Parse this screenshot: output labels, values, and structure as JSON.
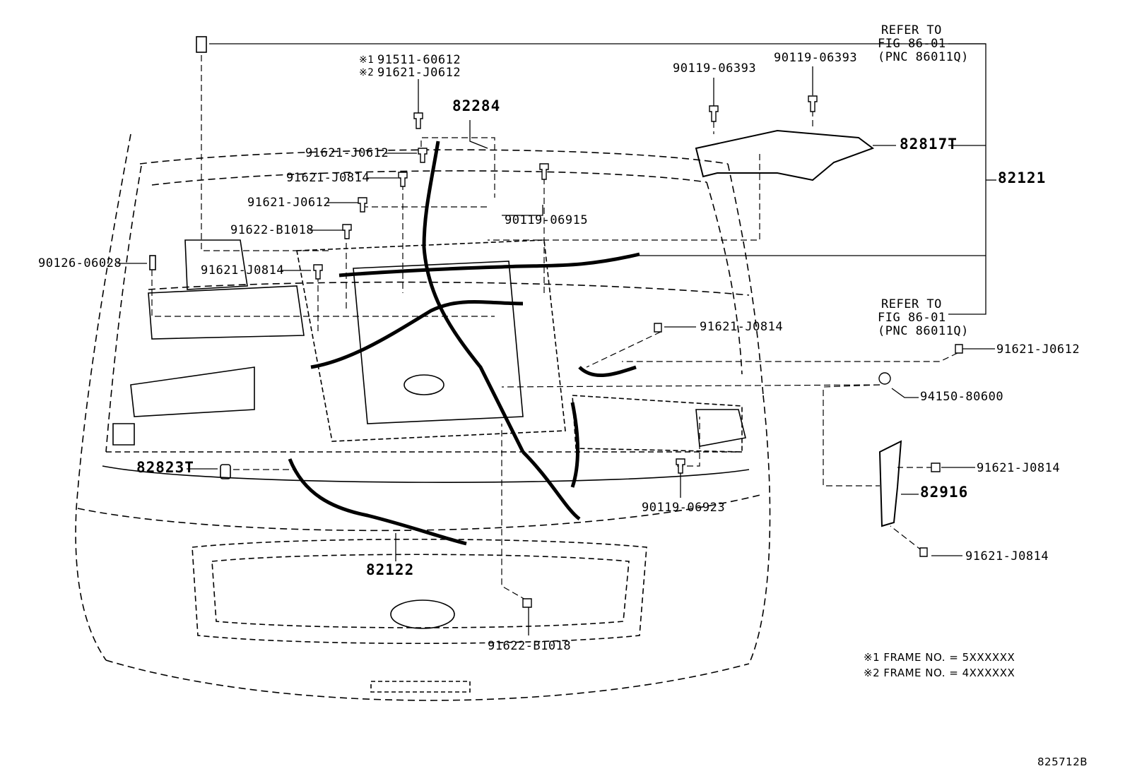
{
  "diagram_id": "825712B",
  "callouts": {
    "c1": "91511-60612",
    "c2": "91621-J0612",
    "c3": "82284",
    "c4": "91621-J0612",
    "c5": "91621-J0814",
    "c6": "91621-J0612",
    "c7": "90119-06915",
    "c8": "91622-B1018",
    "c9": "90126-06028",
    "c10": "91621-J0814",
    "c11": "90119-06393",
    "c12": "90119-06393",
    "c13": "82817T",
    "c14": "82121",
    "c15": "91621-J0814",
    "c16": "91621-J0612",
    "c17": "94150-80600",
    "c18": "91621-J0814",
    "c19": "82916",
    "c20": "91621-J0814",
    "c21": "82823T",
    "c22": "90119-06923",
    "c23": "82122",
    "c24": "91622-B1018"
  },
  "refer_top": {
    "line1": "REFER TO",
    "line2": "FIG 86-01",
    "line3": "(PNC 86011Q)"
  },
  "refer_mid": {
    "line1": "REFER TO",
    "line2": "FIG 86-01",
    "line3": "(PNC 86011Q)"
  },
  "marks": {
    "m1": "※1",
    "m2": "※2"
  },
  "notes": {
    "n1": "※1 FRAME NO. = 5XXXXXX",
    "n2": "※2 FRAME NO. = 4XXXXXX"
  }
}
